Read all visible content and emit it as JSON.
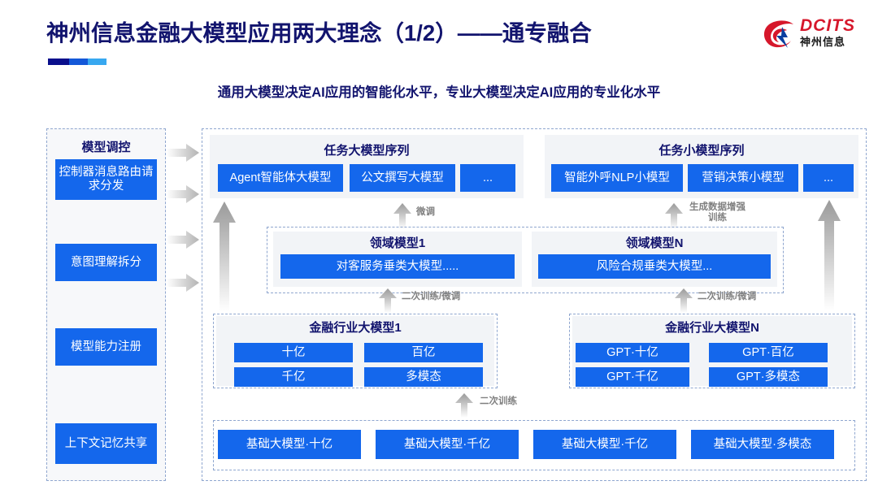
{
  "header": {
    "title": "神州信息金融大模型应用两大理念（1/2）——通专融合",
    "subtitle": "通用大模型决定AI应用的智能化水平，专业大模型决定AI应用的专业化水平",
    "accent_color": "#12146e",
    "chip_color": "#1467EC",
    "logo": {
      "brand": "DCITS",
      "brand_cn": "神州信息",
      "color": "#d6172b"
    }
  },
  "sidebar": {
    "title": "模型调控",
    "items": [
      {
        "label": "控制器消息路由请求分发"
      },
      {
        "label": "意图理解拆分"
      },
      {
        "label": "模型能力注册"
      },
      {
        "label": "上下文记忆共享"
      }
    ]
  },
  "task_big": {
    "title": "任务大模型序列",
    "items": [
      {
        "label": "Agent智能体大模型"
      },
      {
        "label": "公文撰写大模型"
      },
      {
        "label": "..."
      }
    ]
  },
  "task_small": {
    "title": "任务小模型序列",
    "items": [
      {
        "label": "智能外呼NLP小模型"
      },
      {
        "label": "营销决策小模型"
      },
      {
        "label": "..."
      }
    ]
  },
  "domain_left": {
    "title": "领域模型1",
    "items": [
      {
        "label": "对客服务垂类大模型....."
      }
    ]
  },
  "domain_right": {
    "title": "领域模型N",
    "items": [
      {
        "label": "风险合规垂类大模型..."
      }
    ]
  },
  "industry_left": {
    "title": "金融行业大模型1",
    "items": [
      {
        "label": "十亿"
      },
      {
        "label": "百亿"
      },
      {
        "label": "千亿"
      },
      {
        "label": "多模态"
      }
    ]
  },
  "industry_right": {
    "title": "金融行业大模型N",
    "items": [
      {
        "label": "GPT·十亿"
      },
      {
        "label": "GPT·百亿"
      },
      {
        "label": "GPT·千亿"
      },
      {
        "label": "GPT·多模态"
      }
    ]
  },
  "base_models": {
    "items": [
      {
        "label": "基础大模型·十亿"
      },
      {
        "label": "基础大模型·千亿"
      },
      {
        "label": "基础大模型·千亿"
      },
      {
        "label": "基础大模型·多模态"
      }
    ]
  },
  "arrow_labels": {
    "finetune": "微调",
    "data_aug_line1": "生成数据增强",
    "data_aug_line2": "训练",
    "retrain_finetune_left": "二次训练/微调",
    "retrain_finetune_right": "二次训练/微调",
    "retrain": "二次训练"
  }
}
